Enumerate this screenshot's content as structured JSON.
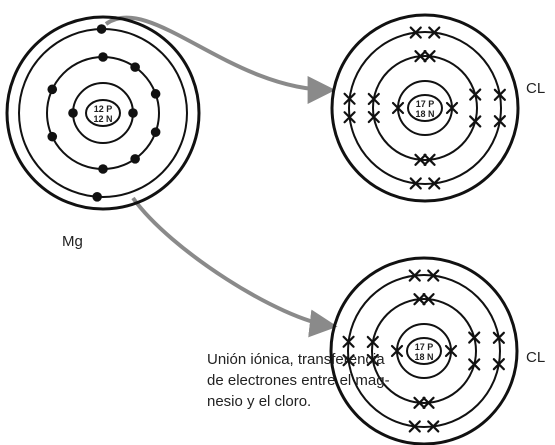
{
  "colors": {
    "ink": "#111111",
    "arrow": "#8a8a8a"
  },
  "mg": {
    "label": "Mg",
    "nucleus": {
      "protons": "12 P",
      "neutrons": "12 N"
    },
    "shell_electrons": [
      2,
      8,
      2
    ]
  },
  "cl_top": {
    "label": "CL",
    "nucleus": {
      "protons": "17 P",
      "neutrons": "18 N"
    },
    "shell_electrons": [
      2,
      8,
      8
    ]
  },
  "cl_bottom": {
    "label": "CL",
    "nucleus": {
      "protons": "17 P",
      "neutrons": "18 N"
    },
    "shell_electrons": [
      2,
      8,
      8
    ]
  },
  "caption": {
    "lines": [
      "Unión iónica, transferencia",
      "de electrones entre el mag-",
      "nesio y el cloro."
    ]
  }
}
